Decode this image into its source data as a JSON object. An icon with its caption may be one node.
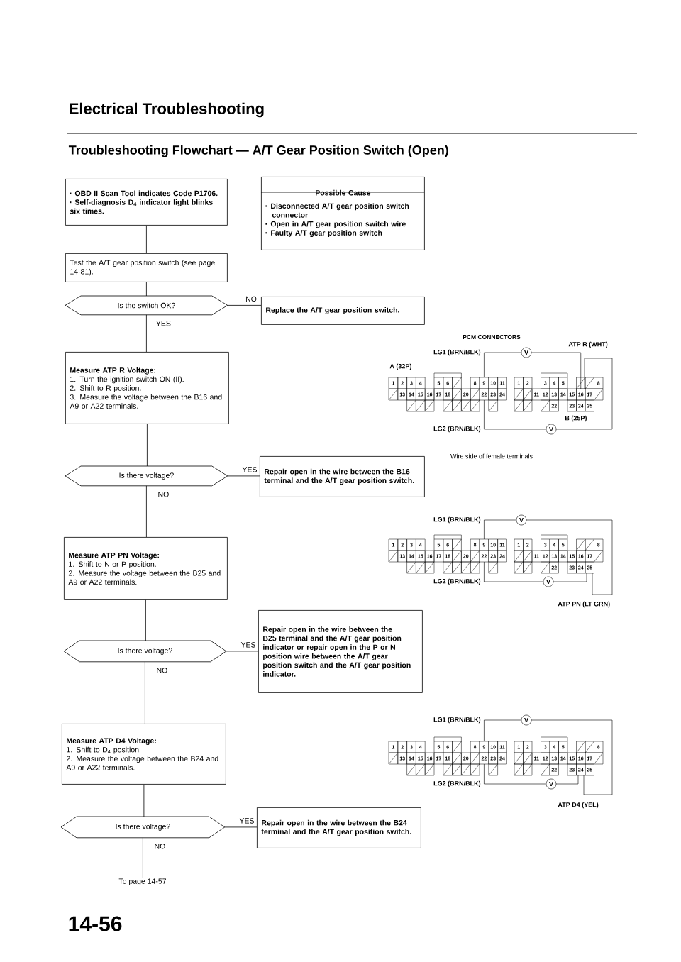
{
  "diagram": {
    "title": "Troubleshooting Flowchart — A/T Gear Position Switch (Open)",
    "nodes": [
      {
        "text": [
          "OBD II Scan Tool indicates Code P1706.",
          "Self-diagnosis D$_{4}$ indicator light blinks six times."
        ]
      },
      {
        "text": [
          "Possible Cause",
          "Disconnected A/T gear position switch connector",
          "Open in A/T gear position switch wire",
          "Faulty A/T gear position switch"
        ]
      },
      {
        "text": [
          "Test the A/T gear position switch (see page 14-81)."
        ]
      },
      {
        "text": [
          "Is the switch OK?"
        ]
      },
      {
        "text": [
          "Replace the A/T gear position switch."
        ]
      },
      {
        "text": [
          "Measure ATP R Voltage:",
          "1. Turn the ignition switch ON (II).",
          "2. Shift to R position.",
          "3. Measure the voltage between the B16 and A9 or A22 terminals."
        ]
      },
      {
        "text": [
          "Is there voltage?"
        ]
      },
      {
        "text": [
          "Repair open in the wire between the B16 terminal and the A/T gear position switch."
        ]
      },
      {
        "text": [
          "Measure ATP PN Voltage:",
          "1. Shift to N or P position.",
          "2. Measure the voltage between the B25 and A9 or A22 terminals."
        ]
      },
      {
        "text": [
          "Is there voltage?"
        ]
      },
      {
        "text": [
          "Repair open in the wire between the B25 terminal and the A/T gear position indicator or repair open in the P or N position wire between the A/T gear position switch and the A/T gear position indicator."
        ]
      },
      {
        "text": [
          "Measure ATP D4 Voltage:",
          "1. Shift to D$_{4}$ position.",
          "2. Measure the voltage between the B24 and A9 or A22 terminals."
        ]
      },
      {
        "text": [
          "Is there voltage?"
        ]
      },
      {
        "text": [
          "Repair open in the wire between the B24 terminal and the A/T gear position switch."
        ]
      },
      {
        "text": [
          "To page 14-57"
        ]
      }
    ],
    "edges": [
      {
        "from": 0,
        "to": 2,
        "arrow": "none"
      },
      {
        "from": 2,
        "to": 3,
        "arrow": "none"
      },
      {
        "from": 3,
        "to": 4,
        "arrow": "none",
        "label": "NO"
      },
      {
        "from": 3,
        "to": 5,
        "arrow": "none",
        "label": "YES"
      },
      {
        "from": 5,
        "to": 6,
        "arrow": "none"
      },
      {
        "from": 6,
        "to": 7,
        "arrow": "none",
        "label": "YES"
      },
      {
        "from": 6,
        "to": 8,
        "arrow": "none",
        "label": "NO"
      },
      {
        "from": 8,
        "to": 9,
        "arrow": "none"
      },
      {
        "from": 9,
        "to": 10,
        "arrow": "none",
        "label": "YES"
      },
      {
        "from": 9,
        "to": 11,
        "arrow": "none",
        "label": "NO"
      },
      {
        "from": 11,
        "to": 12,
        "arrow": "none"
      },
      {
        "from": 12,
        "to": 13,
        "arrow": "none",
        "label": "YES"
      },
      {
        "from": 12,
        "to": 14,
        "arrow": "none",
        "label": "NO"
      }
    ],
    "labels": [
      "Electrical Troubleshooting",
      "PCM CONNECTORS",
      "LG1 (BRN/BLK)",
      "V",
      "ATP R (WHT)",
      "A (32P)",
      "1",
      "2",
      "3",
      "4",
      "5",
      "6",
      "8",
      "9",
      "10",
      "11",
      "13",
      "14",
      "15",
      "16",
      "17",
      "18",
      "20",
      "22",
      "23",
      "24",
      "1",
      "2",
      "3",
      "4",
      "5",
      "8",
      "11",
      "12",
      "13",
      "14",
      "15",
      "16",
      "17",
      "22",
      "23",
      "24",
      "25",
      "LG2 (BRN/BLK)",
      "V",
      "B (25P)",
      "Wire side of female terminals",
      "LG1 (BRN/BLK)",
      "V",
      "1",
      "2",
      "3",
      "4",
      "5",
      "6",
      "8",
      "9",
      "10",
      "11",
      "13",
      "14",
      "15",
      "16",
      "17",
      "18",
      "20",
      "22",
      "23",
      "24",
      "1",
      "2",
      "3",
      "4",
      "5",
      "8",
      "11",
      "12",
      "13",
      "14",
      "15",
      "16",
      "17",
      "22",
      "23",
      "24",
      "25",
      "LG2 (BRN/BLK)",
      "V",
      "ATP PN (LT GRN)",
      "LG1 (BRN/BLK)",
      "V",
      "1",
      "2",
      "3",
      "4",
      "5",
      "6",
      "8",
      "9",
      "10",
      "11",
      "13",
      "14",
      "15",
      "16",
      "17",
      "18",
      "20",
      "22",
      "23",
      "24",
      "1",
      "2",
      "3",
      "4",
      "5",
      "8",
      "11",
      "12",
      "13",
      "14",
      "15",
      "16",
      "17",
      "22",
      "23",
      "24",
      "25",
      "LG2 (BRN/BLK)",
      "V",
      "ATP D4 (YEL)",
      "14-56"
    ]
  }
}
